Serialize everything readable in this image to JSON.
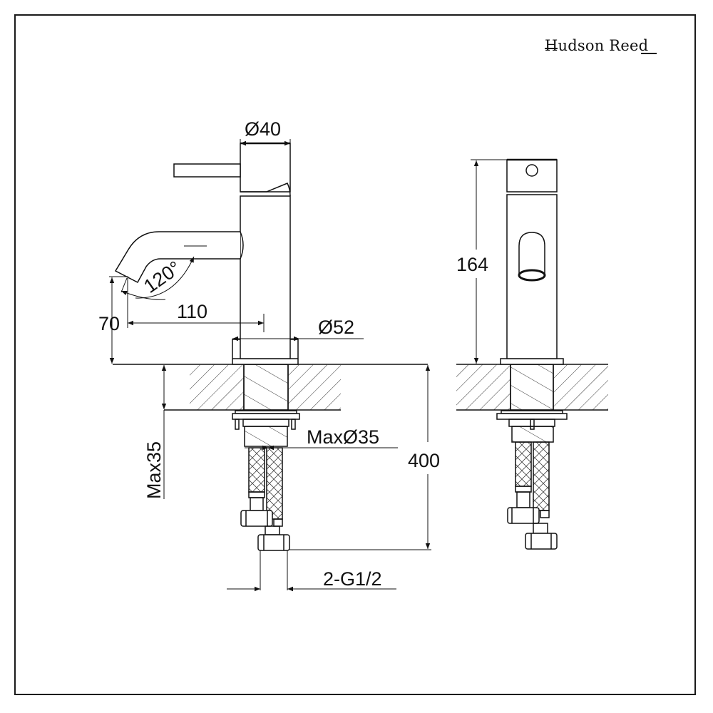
{
  "brand": {
    "name": "Hudson Reed"
  },
  "drawing": {
    "title": "Basin mixer tap technical drawing",
    "views": [
      "side-view",
      "front-view"
    ],
    "dimensions": {
      "body_diameter": "Ø40",
      "base_diameter": "Ø52",
      "spout_reach": "110",
      "spout_height": "70",
      "swivel_angle": "120°",
      "total_height": "164",
      "max_deck_thickness": "Max35",
      "max_hole_diameter": "MaxØ35",
      "hose_length": "400",
      "connection": "2-G1/2"
    }
  },
  "colors": {
    "line": "#111111",
    "background": "#ffffff",
    "hatch": "#333333"
  }
}
